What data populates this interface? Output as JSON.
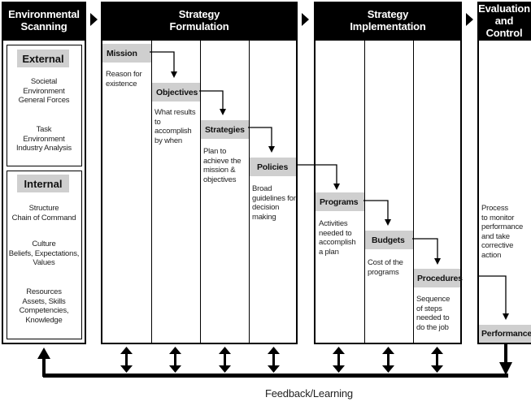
{
  "headers": {
    "env_scanning": "Environmental\nScanning",
    "formulation": "Strategy\nFormulation",
    "implementation": "Strategy\nImplementation",
    "evaluation": "Evaluation\nand Control"
  },
  "scanning": {
    "external": {
      "title": "External",
      "item1": "Societal\nEnvironment\nGeneral Forces",
      "item2": "Task\nEnvironment\nIndustry Analysis"
    },
    "internal": {
      "title": "Internal",
      "item1": "Structure\nChain of Command",
      "item2": "Culture\nBeliefs, Expectations,\nValues",
      "item3": "Resources\nAssets, Skills\nCompetencies,\nKnowledge"
    }
  },
  "formulation": {
    "mission": {
      "label": "Mission",
      "desc": "Reason for\nexistence"
    },
    "objectives": {
      "label": "Objectives",
      "desc": "What results\nto\naccomplish\nby when"
    },
    "strategies": {
      "label": "Strategies",
      "desc": "Plan to\nachieve the\nmission &\nobjectives"
    },
    "policies": {
      "label": "Policies",
      "desc": "Broad\nguidelines for\ndecision\nmaking"
    }
  },
  "implementation": {
    "programs": {
      "label": "Programs",
      "desc": "Activities\nneeded to\naccomplish\na plan"
    },
    "budgets": {
      "label": "Budgets",
      "desc": "Cost of the\nprograms"
    },
    "procedures": {
      "label": "Procedures",
      "desc": "Sequence\nof steps\nneeded to\ndo the job"
    }
  },
  "evaluation": {
    "desc": "Process\nto monitor\nperformance\nand take\ncorrective\naction",
    "performance": "Performance"
  },
  "feedback": "Feedback/Learning"
}
